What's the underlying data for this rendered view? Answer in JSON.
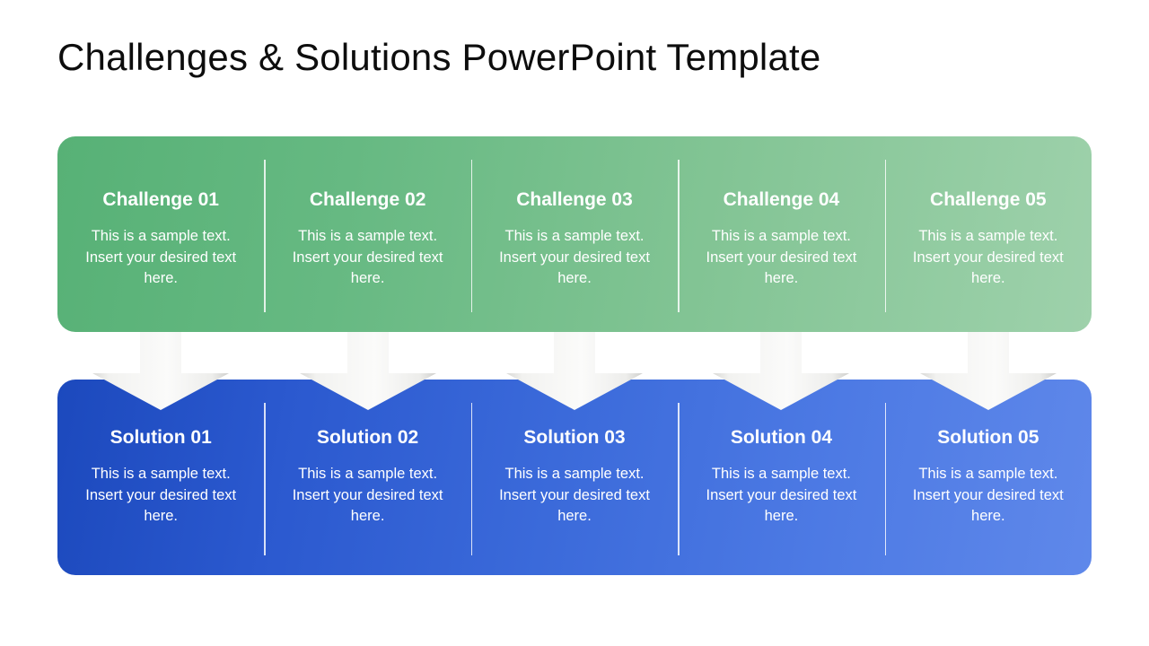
{
  "slide": {
    "title": "Challenges & Solutions PowerPoint Template",
    "background_color": "#ffffff"
  },
  "challenges": {
    "panel_name": "challenges-panel",
    "gradient_from": "#57b176",
    "gradient_to": "#9ed1ab",
    "items": [
      {
        "heading": "Challenge 01",
        "body": "This is a sample text. Insert your desired text here."
      },
      {
        "heading": "Challenge 02",
        "body": "This is a sample text. Insert your desired text here."
      },
      {
        "heading": "Challenge 03",
        "body": "This is a sample text. Insert your desired text here."
      },
      {
        "heading": "Challenge 04",
        "body": "This is a sample text. Insert your desired text here."
      },
      {
        "heading": "Challenge 05",
        "body": "This is a sample text. Insert your desired text here."
      }
    ]
  },
  "solutions": {
    "panel_name": "solutions-panel",
    "gradient_from": "#1c49bd",
    "gradient_to": "#5f88ea",
    "items": [
      {
        "heading": "Solution 01",
        "body": "This is a sample text. Insert your desired text here."
      },
      {
        "heading": "Solution 02",
        "body": "This is a sample text. Insert your desired text here."
      },
      {
        "heading": "Solution 03",
        "body": "This is a sample text. Insert your desired text here."
      },
      {
        "heading": "Solution 04",
        "body": "This is a sample text. Insert your desired text here."
      },
      {
        "heading": "Solution 05",
        "body": "This is a sample text. Insert your desired text here."
      }
    ]
  },
  "connectors": {
    "icon": "down-arrow-icon",
    "color": "#f5f5f3",
    "count": 5
  }
}
